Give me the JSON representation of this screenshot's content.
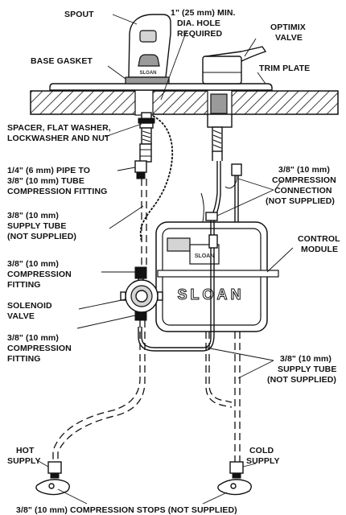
{
  "labels": {
    "spout": "SPOUT",
    "hole_1": "1\" (25 mm) MIN.",
    "hole_2": "DIA. HOLE",
    "hole_3": "REQUIRED",
    "optimix_1": "OPTIMIX",
    "optimix_2": "VALVE",
    "base_gasket": "BASE GASKET",
    "trim_plate": "TRIM PLATE",
    "spacer_1": "SPACER, FLAT WASHER,",
    "spacer_2": "LOCKWASHER AND NUT",
    "pipe_1": "1/4\" (6 mm) PIPE TO",
    "pipe_2": "3/8\" (10 mm) TUBE",
    "pipe_3": "COMPRESSION FITTING",
    "conn_1": "3/8\" (10 mm)",
    "conn_2": "COMPRESSION",
    "conn_3": "CONNECTION",
    "conn_4": "(NOT SUPPLIED)",
    "supply_tube_l1": "3/8\" (10 mm)",
    "supply_tube_l2": "SUPPLY TUBE",
    "supply_tube_l3": "(NOT SUPPLIED)",
    "control_1": "CONTROL",
    "control_2": "MODULE",
    "comp_fit_a1": "3/8\" (10 mm)",
    "comp_fit_a2": "COMPRESSION",
    "comp_fit_a3": "FITTING",
    "solenoid_1": "SOLENOID",
    "solenoid_2": "VALVE",
    "comp_fit_b1": "3/8\" (10 mm)",
    "comp_fit_b2": "COMPRESSION",
    "comp_fit_b3": "FITTING",
    "supply_tube_r1": "3/8\" (10 mm)",
    "supply_tube_r2": "SUPPLY TUBE",
    "supply_tube_r3": "(NOT SUPPLIED)",
    "hot_1": "HOT",
    "hot_2": "SUPPLY",
    "cold_1": "COLD",
    "cold_2": "SUPPLY",
    "stops": "3/8\" (10 mm) COMPRESSION STOPS (NOT SUPPLIED)"
  },
  "branding": {
    "spout_logo": "SLOAN",
    "module_small_logo": "SLOAN",
    "module_big_logo": "SLOAN"
  }
}
